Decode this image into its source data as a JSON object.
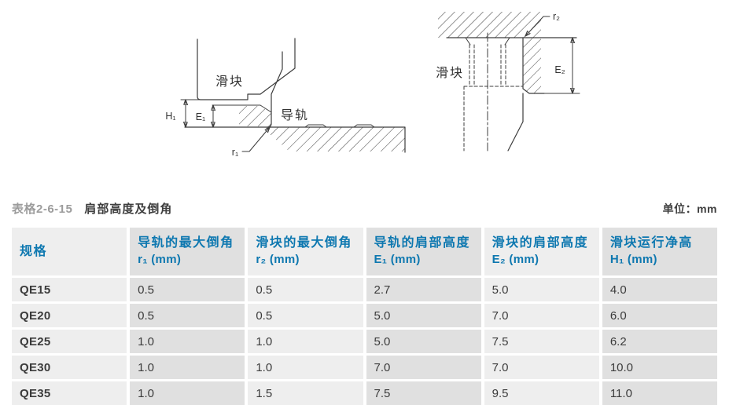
{
  "title": {
    "code": "表格2-6-15",
    "name": "肩部高度及倒角",
    "unit": "单位：mm"
  },
  "diagram_left": {
    "part_label": "滑块",
    "rail_label": "导轨",
    "dim_h1": "H₁",
    "dim_e1": "E₁",
    "dim_r1": "r₁"
  },
  "diagram_right": {
    "part_label": "滑块",
    "dim_r2": "r₂",
    "dim_e2": "E₂"
  },
  "table": {
    "columns": [
      {
        "title": "规格",
        "sub": ""
      },
      {
        "title": "导轨的最大倒角",
        "sub": "r₁ (mm)"
      },
      {
        "title": "滑块的最大倒角",
        "sub": "r₂ (mm)"
      },
      {
        "title": "导轨的肩部高度",
        "sub": "E₁ (mm)"
      },
      {
        "title": "滑块的肩部高度",
        "sub": "E₂ (mm)"
      },
      {
        "title": "滑块运行净高",
        "sub": "H₁ (mm)"
      }
    ],
    "rows": [
      {
        "spec": "QE15",
        "values": [
          "0.5",
          "0.5",
          "2.7",
          "5.0",
          "4.0"
        ]
      },
      {
        "spec": "QE20",
        "values": [
          "0.5",
          "0.5",
          "5.0",
          "7.0",
          "6.0"
        ]
      },
      {
        "spec": "QE25",
        "values": [
          "1.0",
          "1.0",
          "5.0",
          "7.5",
          "6.2"
        ]
      },
      {
        "spec": "QE30",
        "values": [
          "1.0",
          "1.0",
          "7.0",
          "7.0",
          "10.0"
        ]
      },
      {
        "spec": "QE35",
        "values": [
          "1.0",
          "1.5",
          "7.5",
          "9.5",
          "11.0"
        ]
      }
    ]
  },
  "colors": {
    "header_blue": "#0e78b0",
    "cell_light": "#eeeeee",
    "cell_dark": "#e0e0e0",
    "text_dark": "#3b3b3b",
    "title_gray": "#9c9c9c",
    "line": "#3c3c3c"
  }
}
